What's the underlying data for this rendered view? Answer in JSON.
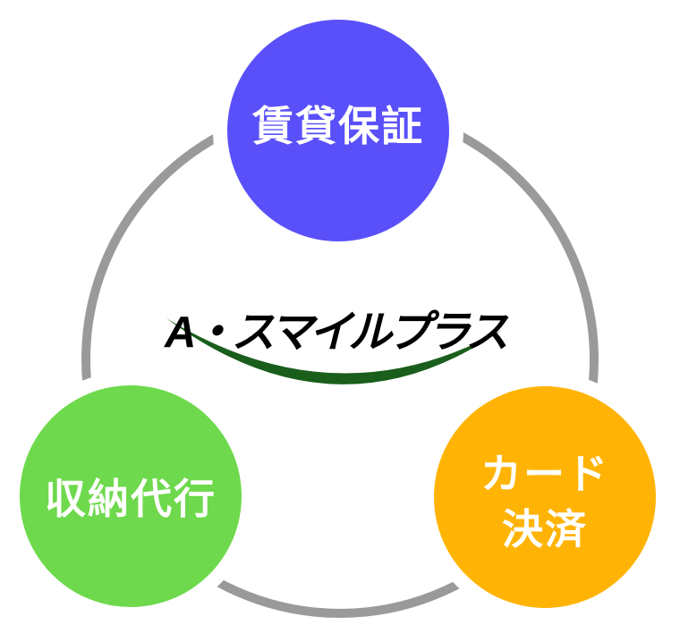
{
  "diagram": {
    "center_logo": {
      "text": "A・スマイルプラス",
      "text_color": "#000000",
      "swoosh_color": "#1a5e1c"
    },
    "ring": {
      "color": "#9a9a9a"
    },
    "circles": {
      "top": {
        "label": "賃貸保証",
        "color": "#5a50fa",
        "text_color": "#ffffff"
      },
      "bottom_left": {
        "label": "収納代行",
        "color": "#6ed94c",
        "text_color": "#ffffff"
      },
      "bottom_right": {
        "label_line1": "カード",
        "label_line2": "決済",
        "color": "#ffb405",
        "text_color": "#ffffff"
      }
    }
  }
}
